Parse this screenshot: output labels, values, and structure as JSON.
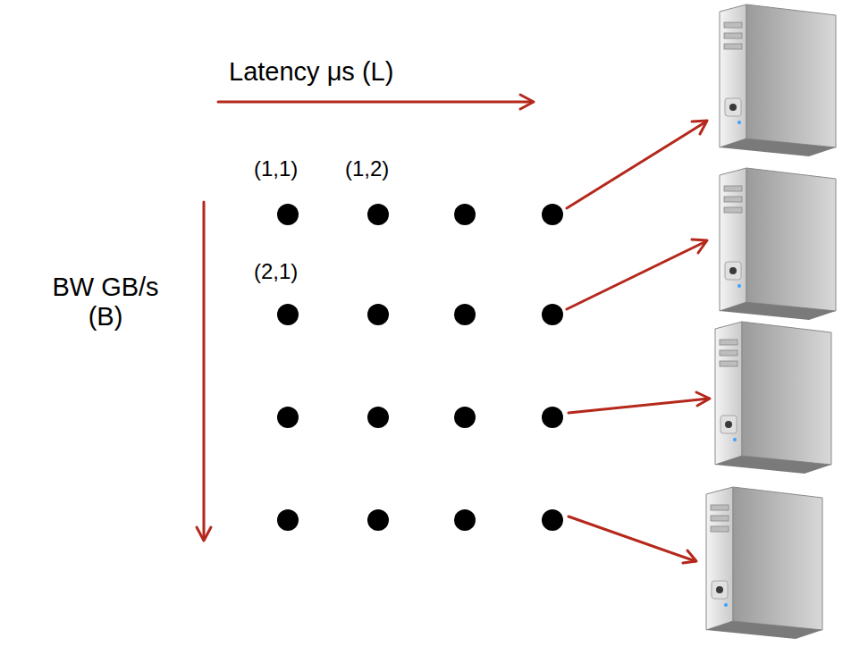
{
  "diagram": {
    "labels": [
      "Latency μs (L)",
      "(1,1)",
      "(1,2)",
      "(2,1)",
      "BW GB/s (B)"
    ]
  }
}
